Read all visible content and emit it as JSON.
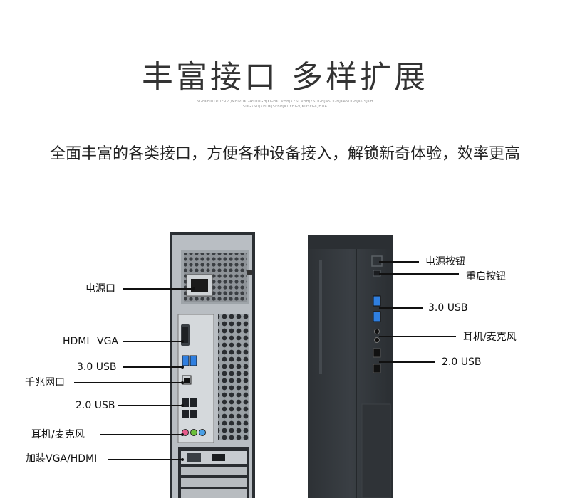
{
  "header": {
    "title": "丰富接口 多样扩展",
    "tiny_text_line1": "SGFKEIRTRUERPQMEIPUKGASDUGHJKGHKCVHBJKZSCVBHJZSDGHJASDGHJKASDGHJKGSJKH",
    "tiny_text_line2": "SDGKSDJKHDKJSFBHJKDFHGVJKDSFGKJHDA"
  },
  "subtitle": "全面丰富的各类接口，方便各种设备接入，解锁新奇体验，效率更高",
  "rear_labels": {
    "power_port": "电源口",
    "hdmi": "HDMI",
    "vga": "VGA",
    "usb3": "3.0 USB",
    "lan": "千兆网口",
    "usb2": "2.0 USB",
    "audio": "耳机/麦克风",
    "expansion": "加装VGA/HDMI"
  },
  "front_labels": {
    "power_button": "电源按钮",
    "reset_button": "重启按钮",
    "usb3": "3.0 USB",
    "audio": "耳机/麦克风",
    "usb2": "2.0 USB"
  },
  "colors": {
    "chassis": "#2b2f33",
    "panel": "#b9bec3",
    "usb3_blue": "#2f7fe0",
    "audio_pink": "#e65a8a",
    "audio_green": "#6bbf3a",
    "audio_blue": "#4aa0e6"
  }
}
